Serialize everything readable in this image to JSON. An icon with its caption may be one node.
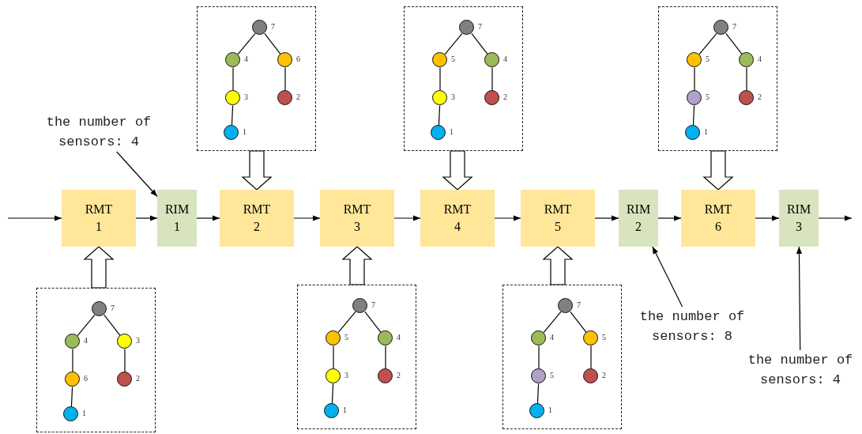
{
  "diagram": {
    "nodes": [
      {
        "text": [
          "RMT 1"
        ]
      },
      {
        "text": [
          "RIM 1"
        ]
      },
      {
        "text": [
          "RMT 2"
        ]
      },
      {
        "text": [
          "RMT 3"
        ]
      },
      {
        "text": [
          "RMT 4"
        ]
      },
      {
        "text": [
          "RMT 5"
        ]
      },
      {
        "text": [
          "RIM 2"
        ]
      },
      {
        "text": [
          "RMT 6"
        ]
      },
      {
        "text": [
          "RIM 3"
        ]
      },
      {
        "text": [
          "the number of sensors: 4"
        ]
      },
      {
        "text": [
          "the number of sensors: 8"
        ]
      },
      {
        "text": [
          "the number of sensors: 4"
        ]
      },
      {
        "text": [],
        "shape": "box"
      },
      {
        "text": [],
        "shape": "circle",
        "in": 12,
        "beside": [
          "7"
        ]
      },
      {
        "text": [],
        "shape": "circle",
        "in": 12,
        "beside": [
          "4"
        ]
      },
      {
        "text": [],
        "shape": "circle",
        "in": 12,
        "beside": [
          "3"
        ]
      },
      {
        "text": [],
        "shape": "circle",
        "in": 12,
        "beside": [
          "6"
        ]
      },
      {
        "text": [],
        "shape": "circle",
        "in": 12,
        "beside": [
          "2"
        ]
      },
      {
        "text": [],
        "shape": "circle",
        "in": 12,
        "beside": [
          "1"
        ]
      },
      {
        "text": [],
        "shape": "box"
      },
      {
        "text": [],
        "shape": "circle",
        "in": 19,
        "beside": [
          "7"
        ]
      },
      {
        "text": [],
        "shape": "circle",
        "in": 19,
        "beside": [
          "4"
        ]
      },
      {
        "text": [],
        "shape": "circle",
        "in": 19,
        "beside": [
          "6"
        ]
      },
      {
        "text": [],
        "shape": "circle",
        "in": 19,
        "beside": [
          "3"
        ]
      },
      {
        "text": [],
        "shape": "circle",
        "in": 19,
        "beside": [
          "2"
        ]
      },
      {
        "text": [],
        "shape": "circle",
        "in": 19,
        "beside": [
          "1"
        ]
      },
      {
        "text": [],
        "shape": "box"
      },
      {
        "text": [],
        "shape": "circle",
        "in": 26,
        "beside": [
          "7"
        ]
      },
      {
        "text": [],
        "shape": "circle",
        "in": 26,
        "beside": [
          "5"
        ]
      },
      {
        "text": [],
        "shape": "circle",
        "in": 26,
        "beside": [
          "4"
        ]
      },
      {
        "text": [],
        "shape": "circle",
        "in": 26,
        "beside": [
          "3"
        ]
      },
      {
        "text": [],
        "shape": "circle",
        "in": 26,
        "beside": [
          "2"
        ]
      },
      {
        "text": [],
        "shape": "circle",
        "in": 26,
        "beside": [
          "1"
        ]
      },
      {
        "text": [],
        "shape": "box"
      },
      {
        "text": [],
        "shape": "circle",
        "in": 33,
        "beside": [
          "7"
        ]
      },
      {
        "text": [],
        "shape": "circle",
        "in": 33,
        "beside": [
          "5"
        ]
      },
      {
        "text": [],
        "shape": "circle",
        "in": 33,
        "beside": [
          "4"
        ]
      },
      {
        "text": [],
        "shape": "circle",
        "in": 33,
        "beside": [
          "3"
        ]
      },
      {
        "text": [],
        "shape": "circle",
        "in": 33,
        "beside": [
          "2"
        ]
      },
      {
        "text": [],
        "shape": "circle",
        "in": 33,
        "beside": [
          "1"
        ]
      },
      {
        "text": [],
        "shape": "box"
      },
      {
        "text": [],
        "shape": "circle",
        "in": 40,
        "beside": [
          "7"
        ]
      },
      {
        "text": [],
        "shape": "circle",
        "in": 40,
        "beside": [
          "4"
        ]
      },
      {
        "text": [],
        "shape": "circle",
        "in": 40,
        "beside": [
          "5"
        ]
      },
      {
        "text": [],
        "shape": "circle",
        "in": 40,
        "beside": [
          "5"
        ]
      },
      {
        "text": [],
        "shape": "circle",
        "in": 40,
        "beside": [
          "2"
        ]
      },
      {
        "text": [],
        "shape": "circle",
        "in": 40,
        "beside": [
          "1"
        ]
      },
      {
        "text": [],
        "shape": "box"
      },
      {
        "text": [],
        "shape": "circle",
        "in": 47,
        "beside": [
          "7"
        ]
      },
      {
        "text": [],
        "shape": "circle",
        "in": 47,
        "beside": [
          "5"
        ]
      },
      {
        "text": [],
        "shape": "circle",
        "in": 47,
        "beside": [
          "4"
        ]
      },
      {
        "text": [],
        "shape": "circle",
        "in": 47,
        "beside": [
          "5"
        ]
      },
      {
        "text": [],
        "shape": "circle",
        "in": 47,
        "beside": [
          "2"
        ]
      },
      {
        "text": [],
        "shape": "circle",
        "in": 47,
        "beside": [
          "1"
        ]
      }
    ],
    "edges": [
      {
        "from": null,
        "to": 0,
        "arrow": "to"
      },
      {
        "from": 0,
        "to": 1,
        "arrow": "to"
      },
      {
        "from": 1,
        "to": 2,
        "arrow": "to"
      },
      {
        "from": 2,
        "to": 3,
        "arrow": "to"
      },
      {
        "from": 3,
        "to": 4,
        "arrow": "to"
      },
      {
        "from": 4,
        "to": 5,
        "arrow": "to"
      },
      {
        "from": 5,
        "to": 6,
        "arrow": "to"
      },
      {
        "from": 6,
        "to": 7,
        "arrow": "to"
      },
      {
        "from": 7,
        "to": 8,
        "arrow": "to"
      },
      {
        "from": 8,
        "to": null,
        "arrow": "to"
      },
      {
        "from": 9,
        "to": 1,
        "arrow": "to"
      },
      {
        "from": 10,
        "to": 6,
        "arrow": "to"
      },
      {
        "from": 11,
        "to": 8,
        "arrow": "to"
      },
      {
        "from": 12,
        "to": 0,
        "arrow": "to",
        "style": "thick"
      },
      {
        "from": 19,
        "to": 2,
        "arrow": "to",
        "style": "thick"
      },
      {
        "from": 26,
        "to": 3,
        "arrow": "to",
        "style": "thick"
      },
      {
        "from": 33,
        "to": 4,
        "arrow": "to",
        "style": "thick"
      },
      {
        "from": 40,
        "to": 5,
        "arrow": "to",
        "style": "thick"
      },
      {
        "from": 47,
        "to": 7,
        "arrow": "to",
        "style": "thick"
      },
      {
        "from": 13,
        "to": 14,
        "arrow": "none"
      },
      {
        "from": 13,
        "to": 15,
        "arrow": "none"
      },
      {
        "from": 14,
        "to": 16,
        "arrow": "none"
      },
      {
        "from": 15,
        "to": 17,
        "arrow": "none"
      },
      {
        "from": 16,
        "to": 18,
        "arrow": "none"
      },
      {
        "from": 20,
        "to": 21,
        "arrow": "none"
      },
      {
        "from": 20,
        "to": 22,
        "arrow": "none"
      },
      {
        "from": 21,
        "to": 23,
        "arrow": "none"
      },
      {
        "from": 22,
        "to": 24,
        "arrow": "none"
      },
      {
        "from": 23,
        "to": 25,
        "arrow": "none"
      },
      {
        "from": 27,
        "to": 28,
        "arrow": "none"
      },
      {
        "from": 27,
        "to": 29,
        "arrow": "none"
      },
      {
        "from": 28,
        "to": 30,
        "arrow": "none"
      },
      {
        "from": 29,
        "to": 31,
        "arrow": "none"
      },
      {
        "from": 30,
        "to": 32,
        "arrow": "none"
      },
      {
        "from": 34,
        "to": 35,
        "arrow": "none"
      },
      {
        "from": 34,
        "to": 36,
        "arrow": "none"
      },
      {
        "from": 35,
        "to": 37,
        "arrow": "none"
      },
      {
        "from": 36,
        "to": 38,
        "arrow": "none"
      },
      {
        "from": 37,
        "to": 39,
        "arrow": "none"
      },
      {
        "from": 41,
        "to": 42,
        "arrow": "none"
      },
      {
        "from": 41,
        "to": 43,
        "arrow": "none"
      },
      {
        "from": 42,
        "to": 44,
        "arrow": "none"
      },
      {
        "from": 43,
        "to": 45,
        "arrow": "none"
      },
      {
        "from": 44,
        "to": 46,
        "arrow": "none"
      },
      {
        "from": 48,
        "to": 49,
        "arrow": "none"
      },
      {
        "from": 48,
        "to": 50,
        "arrow": "none"
      },
      {
        "from": 49,
        "to": 51,
        "arrow": "none"
      },
      {
        "from": 50,
        "to": 52,
        "arrow": "none"
      },
      {
        "from": 51,
        "to": 53,
        "arrow": "none"
      }
    ]
  }
}
